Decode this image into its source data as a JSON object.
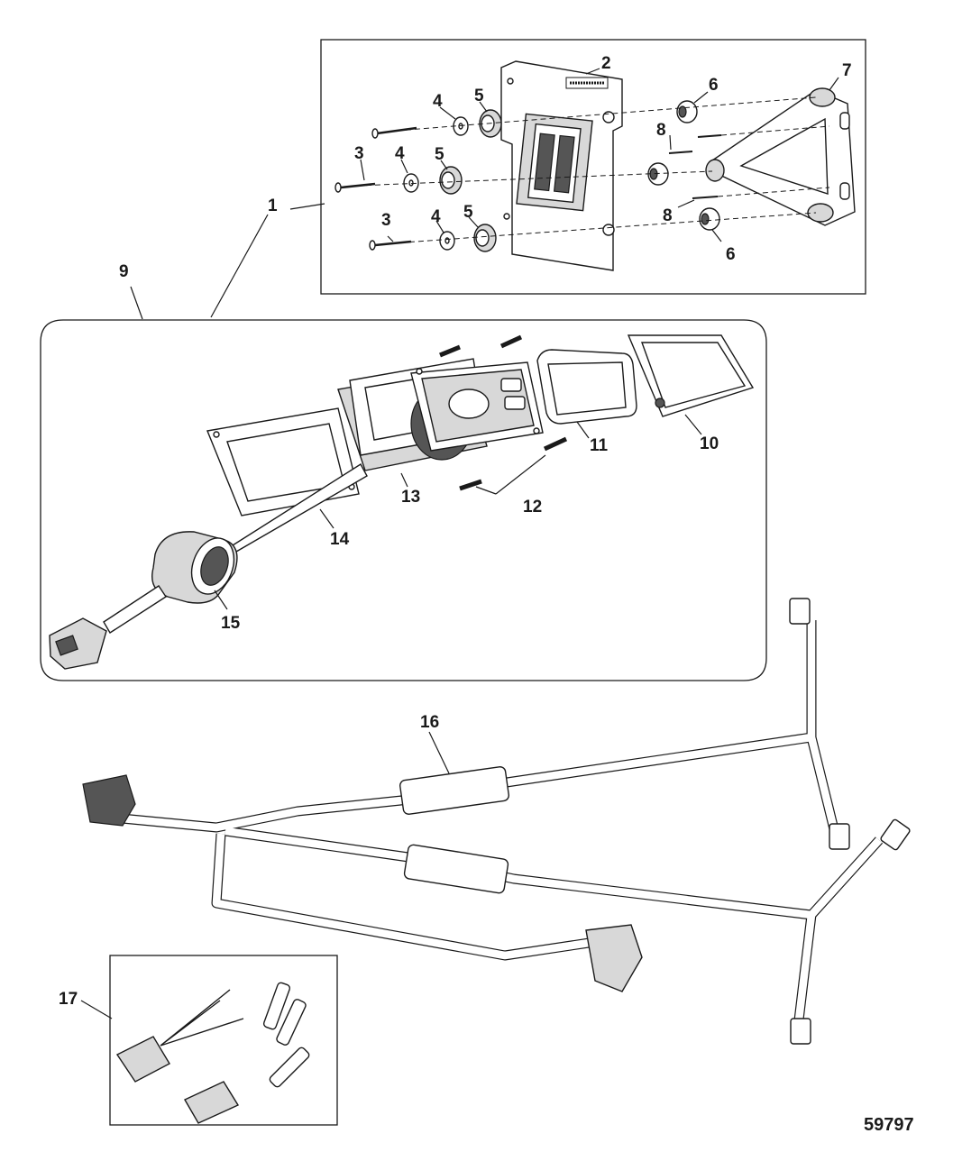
{
  "callouts": {
    "c1": "1",
    "c2": "2",
    "c3a": "3",
    "c3b": "3",
    "c4a": "4",
    "c4b": "4",
    "c4c": "4",
    "c5a": "5",
    "c5b": "5",
    "c5c": "5",
    "c6a": "6",
    "c6b": "6",
    "c7": "7",
    "c8a": "8",
    "c8b": "8",
    "c9": "9",
    "c10": "10",
    "c11": "11",
    "c12": "12",
    "c13": "13",
    "c14": "14",
    "c15": "15",
    "c16": "16",
    "c17": "17"
  },
  "figure_number": "59797"
}
